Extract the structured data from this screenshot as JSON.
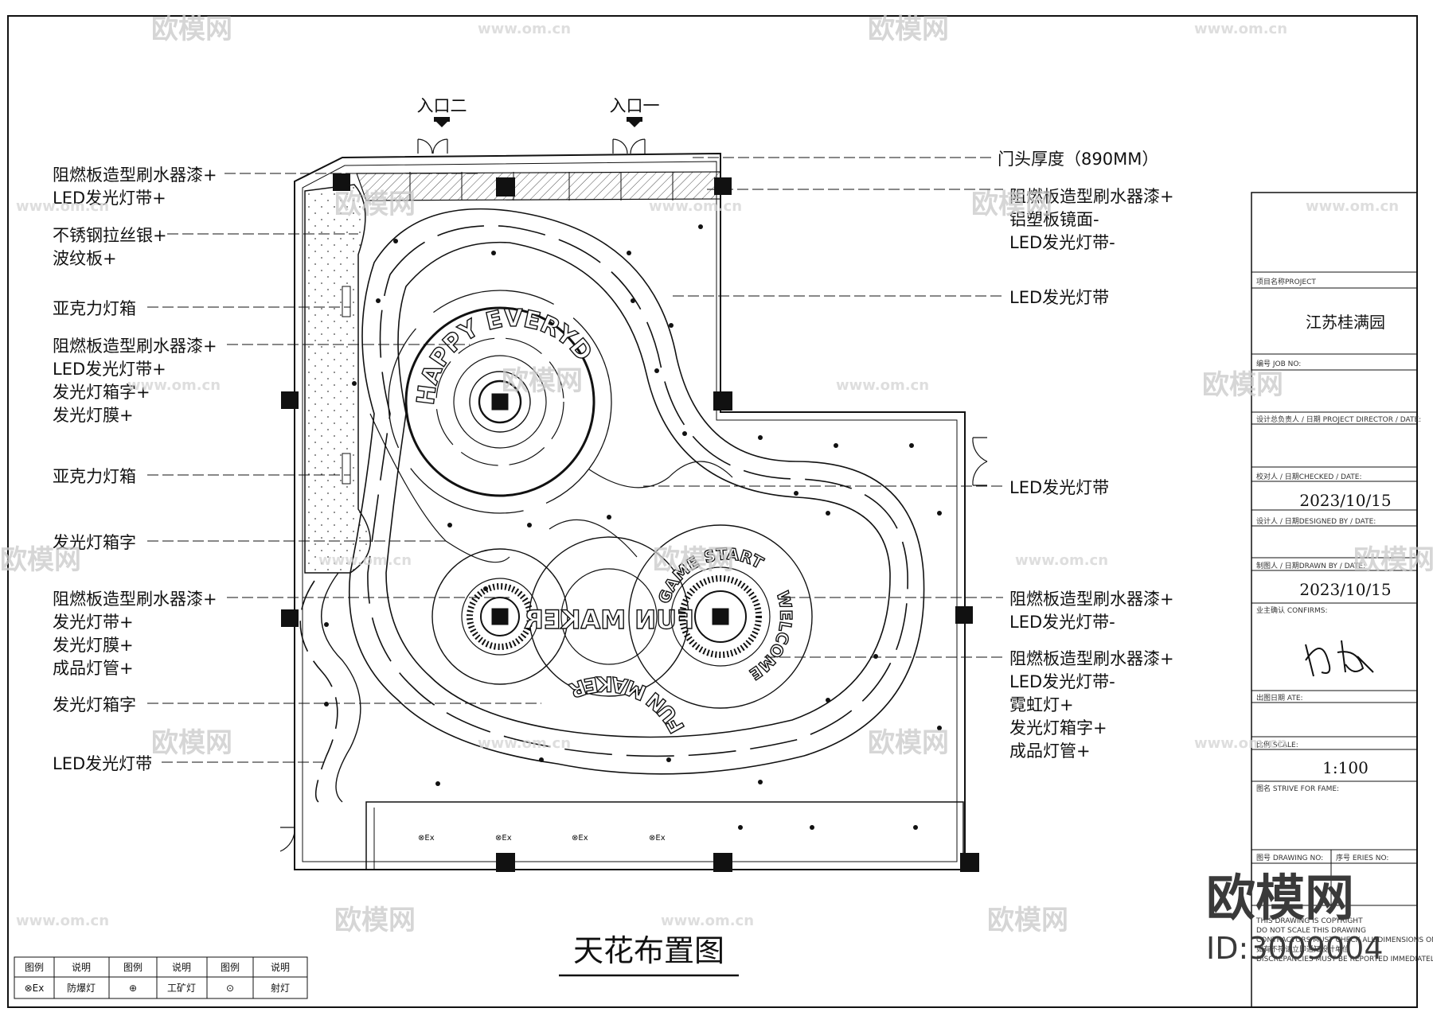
{
  "drawing": {
    "title": "天花布置图",
    "entrances": [
      "入口二",
      "入口一"
    ],
    "ring_texts": {
      "happy": "HAPPY EVERYDAY",
      "game": "GAME START",
      "welcome": "WELCOME",
      "fun": "FUN MAKER",
      "logo": "FUN MAKER"
    },
    "symbol_ex": "⊗Ex"
  },
  "annotations_left": [
    [
      "阻燃板造型刷水器漆+",
      "LED发光灯带+"
    ],
    [
      "不锈钢拉丝银+",
      "波纹板+"
    ],
    [
      "亚克力灯箱"
    ],
    [
      "阻燃板造型刷水器漆+",
      "LED发光灯带+",
      "发光灯箱字+",
      "发光灯膜+"
    ],
    [
      "亚克力灯箱"
    ],
    [
      "发光灯箱字"
    ],
    [
      "阻燃板造型刷水器漆+",
      "发光灯带+",
      "发光灯膜+",
      "成品灯管+"
    ],
    [
      "发光灯箱字"
    ],
    [
      "LED发光灯带"
    ]
  ],
  "annotations_right": [
    [
      "门头厚度（890MM）"
    ],
    [
      "阻燃板造型刷水器漆+",
      "铝塑板镜面-",
      "LED发光灯带-"
    ],
    [
      "LED发光灯带"
    ],
    [
      "LED发光灯带"
    ],
    [
      "阻燃板造型刷水器漆+",
      "LED发光灯带-"
    ],
    [
      "阻燃板造型刷水器漆+",
      "LED发光灯带-",
      "霓虹灯+",
      "发光灯箱字+",
      "成品灯管+"
    ]
  ],
  "title_block": {
    "project_label": "项目名称PROJECT",
    "project_name": "江苏桂满园",
    "job_label": "编号 JOB NO:",
    "director_label": "设计总负责人 / 日期 PROJECT DIRECTOR / DATE:",
    "checked_label": "校对人 / 日期CHECKED / DATE:",
    "checked_date": "2023/10/15",
    "designed_label": "设计人 / 日期DESIGNED BY / DATE:",
    "drawn_label": "制图人 / 日期DRAWN BY / DATE:",
    "drawn_date": "2023/10/15",
    "confirm_label": "业主确认 CONFIRMS:",
    "date_label": "出图日期 ATE:",
    "scale_label": "比例 SCALE:",
    "scale": "1:100",
    "name_label": "图名 STRIVE FOR FAME:",
    "drawing_no_label": "图号 DRAWING NO:",
    "series_label": "序号 ERIES NO:",
    "copyright_lines": [
      "THIS DRAWING IS COPYRIGHT",
      "DO NOT SCALE THIS DRAWING",
      "CONTRACTORS MUST CHECK ALL DIMENSIONS ON SITE",
      "如有不符请立即通知设计单位",
      "DISCREPANCIES MUST BE REPORTED IMMEDIATELY TO ARCHITECT"
    ]
  },
  "legend": {
    "headers": [
      "图例",
      "说明",
      "图例",
      "说明",
      "图例",
      "说明"
    ],
    "row": [
      "⊗Ex",
      "防爆灯",
      "⊕",
      "工矿灯",
      "⊙",
      "射灯"
    ]
  },
  "watermark": {
    "brand": "欧模网",
    "url": "www.om.cn",
    "id": "ID:3009004"
  }
}
